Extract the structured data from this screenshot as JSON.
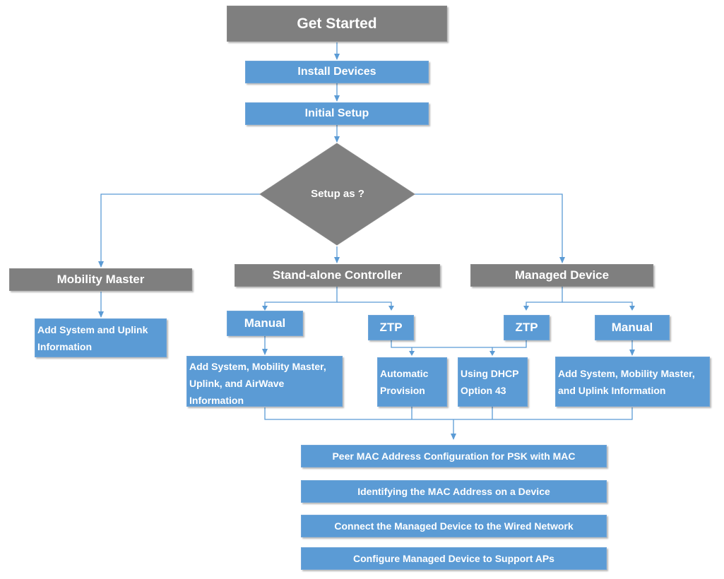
{
  "colors": {
    "blue_box": "#5b9bd5",
    "gray_box": "#7f7f7f",
    "connector": "#5b9bd5",
    "text": "#ffffff"
  },
  "start": "Get Started",
  "install": "Install Devices",
  "initial_setup": "Initial Setup",
  "decision": "Setup as ?",
  "mobility_master": {
    "title": "Mobility Master",
    "step": "Add System and Uplink Information"
  },
  "standalone": {
    "title": "Stand-alone Controller",
    "manual": "Manual",
    "manual_step": "Add System, Mobility Master, Uplink, and AirWave Information",
    "ztp": "ZTP"
  },
  "managed": {
    "title": "Managed Device",
    "ztp": "ZTP",
    "manual": "Manual",
    "manual_step": "Add System, Mobility Master, and Uplink Information"
  },
  "ztp_options": {
    "auto": "Automatic Provision",
    "dhcp": "Using DHCP Option 43"
  },
  "final_steps": [
    "Peer MAC Address Configuration for PSK with MAC",
    "Identifying the MAC Address on a Device",
    "Connect the Managed Device to the Wired Network",
    "Configure Managed Device to Support APs"
  ]
}
